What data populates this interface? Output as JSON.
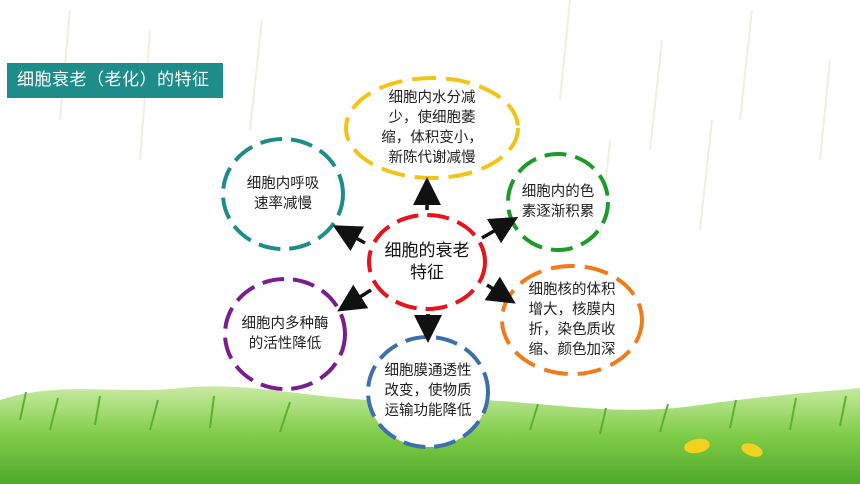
{
  "title": "细胞衰老（老化）的特征",
  "center": {
    "lines": [
      "细胞的衰老",
      "特征"
    ],
    "color": "#e8121c"
  },
  "nodes": [
    {
      "id": "water",
      "lines": [
        "细胞内水分减",
        "少，使细胞萎",
        "缩，体积变小，",
        "新陈代谢减慢"
      ],
      "color": "#f2c418"
    },
    {
      "id": "pigment",
      "lines": [
        "细胞内的色",
        "素逐渐积累"
      ],
      "color": "#1e9a2c"
    },
    {
      "id": "nucleus",
      "lines": [
        "细胞核的体积",
        "增大，核膜内",
        "折，染色质收",
        "缩、颜色加深"
      ],
      "color": "#f07b1a"
    },
    {
      "id": "membrane",
      "lines": [
        "细胞膜通透性",
        "改变，使物质",
        "运输功能降低"
      ],
      "color": "#3d6fae"
    },
    {
      "id": "enzyme",
      "lines": [
        "细胞内多种酶",
        "的活性降低"
      ],
      "color": "#7a1e8f"
    },
    {
      "id": "respiration",
      "lines": [
        "细胞内呼吸",
        "速率减慢"
      ],
      "color": "#1e8c89"
    }
  ],
  "colors": {
    "title_bg": "#1e8c89",
    "grass": "#6fc23a",
    "leaf": "#f2d21e"
  }
}
